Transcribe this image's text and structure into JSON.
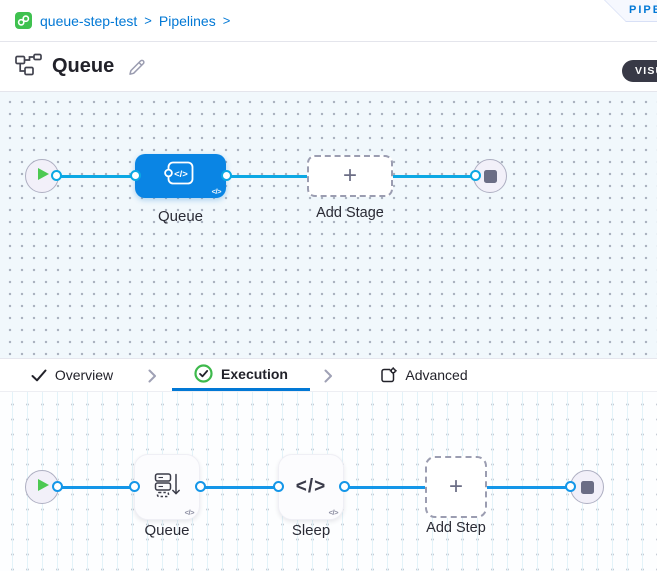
{
  "breadcrumb": {
    "project": "queue-step-test",
    "sep1": ">",
    "section": "Pipelines",
    "sep2": ">"
  },
  "corner_tab": {
    "label": "PIPELINE STUDIO"
  },
  "header": {
    "title": "Queue",
    "mode_badge": "VISUAL"
  },
  "stage_canvas": {
    "stage": {
      "label": "Queue",
      "code_toggle": "</>"
    },
    "add_stage": {
      "label": "Add Stage",
      "plus": "+"
    }
  },
  "tabs": {
    "overview": {
      "label": "Overview"
    },
    "execution": {
      "label": "Execution"
    },
    "advanced": {
      "label": "Advanced"
    }
  },
  "step_canvas": {
    "queue_step": {
      "label": "Queue",
      "code_toggle": "</>"
    },
    "sleep_step": {
      "label": "Sleep",
      "icon_glyph": "</>",
      "code_toggle": "</>"
    },
    "add_step": {
      "label": "Add Step",
      "plus": "+"
    }
  },
  "colors": {
    "accent_blue": "#0278D5",
    "stage_node_blue": "#0A85E4",
    "stage_connector": "#0BA8E4",
    "step_connector": "#1496E8",
    "success_green": "#3FC14F",
    "dark_text": "#22222A",
    "badge_dark": "#383946"
  }
}
